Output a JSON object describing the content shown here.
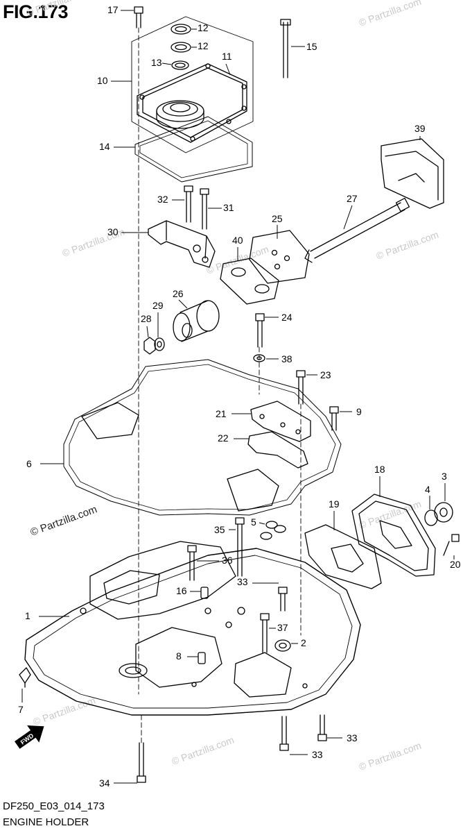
{
  "figure": {
    "title": "FIG.173",
    "code": "DF250_E03_014_173",
    "name": "ENGINE HOLDER"
  },
  "watermarks": {
    "light": "© Partzilla.com",
    "dark": "© Partzilla.com"
  },
  "fwd_label": "FWD",
  "callouts": [
    "17",
    "12",
    "12",
    "13",
    "11",
    "15",
    "10",
    "14",
    "39",
    "32",
    "31",
    "27",
    "25",
    "30",
    "40",
    "26",
    "29",
    "28",
    "24",
    "38",
    "23",
    "9",
    "21",
    "22",
    "6",
    "18",
    "3",
    "4",
    "19",
    "5",
    "35",
    "20",
    "36",
    "33",
    "16",
    "1",
    "37",
    "2",
    "8",
    "7",
    "33",
    "33",
    "34"
  ],
  "colors": {
    "line": "#000000",
    "background": "#ffffff",
    "watermark": "#c8c8c8"
  }
}
